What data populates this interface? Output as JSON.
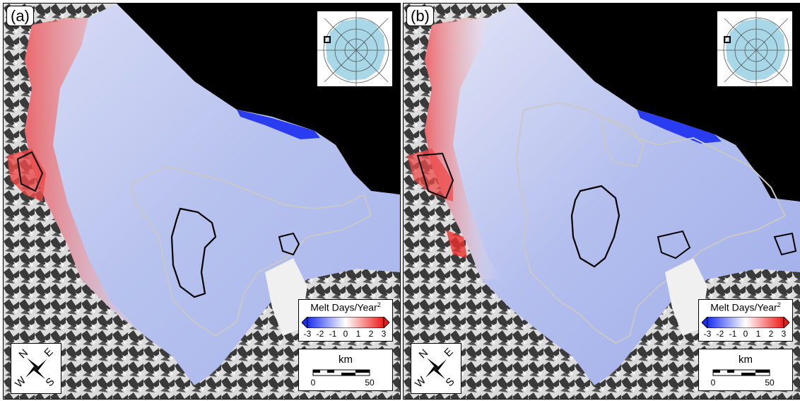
{
  "panels": [
    {
      "label": "(a)",
      "legend": {
        "title": "Melt Days/Year",
        "title_sup": "2",
        "ticks": [
          "-3",
          "-2",
          "-1",
          "0",
          "1",
          "2",
          "3"
        ]
      },
      "scale": {
        "unit": "km",
        "start": "0",
        "end": "50"
      },
      "compass": {
        "n": "N",
        "e": "E",
        "s": "S",
        "w": "W"
      }
    },
    {
      "label": "(b)",
      "legend": {
        "title": "Melt Days/Year",
        "title_sup": "2",
        "ticks": [
          "-3",
          "-2",
          "-1",
          "0",
          "1",
          "2",
          "3"
        ]
      },
      "scale": {
        "unit": "km",
        "start": "0",
        "end": "50"
      },
      "compass": {
        "n": "N",
        "e": "E",
        "s": "S",
        "w": "W"
      }
    }
  ],
  "colors": {
    "ocean": "#000000",
    "ice_shelf_trend": "#b9c3ee",
    "negative": "#2a3cf0",
    "positive": "#ee3030",
    "contour_black": "#000000",
    "contour_gray": "#c8c8c8",
    "continent_inset": "#a8d8e8"
  }
}
